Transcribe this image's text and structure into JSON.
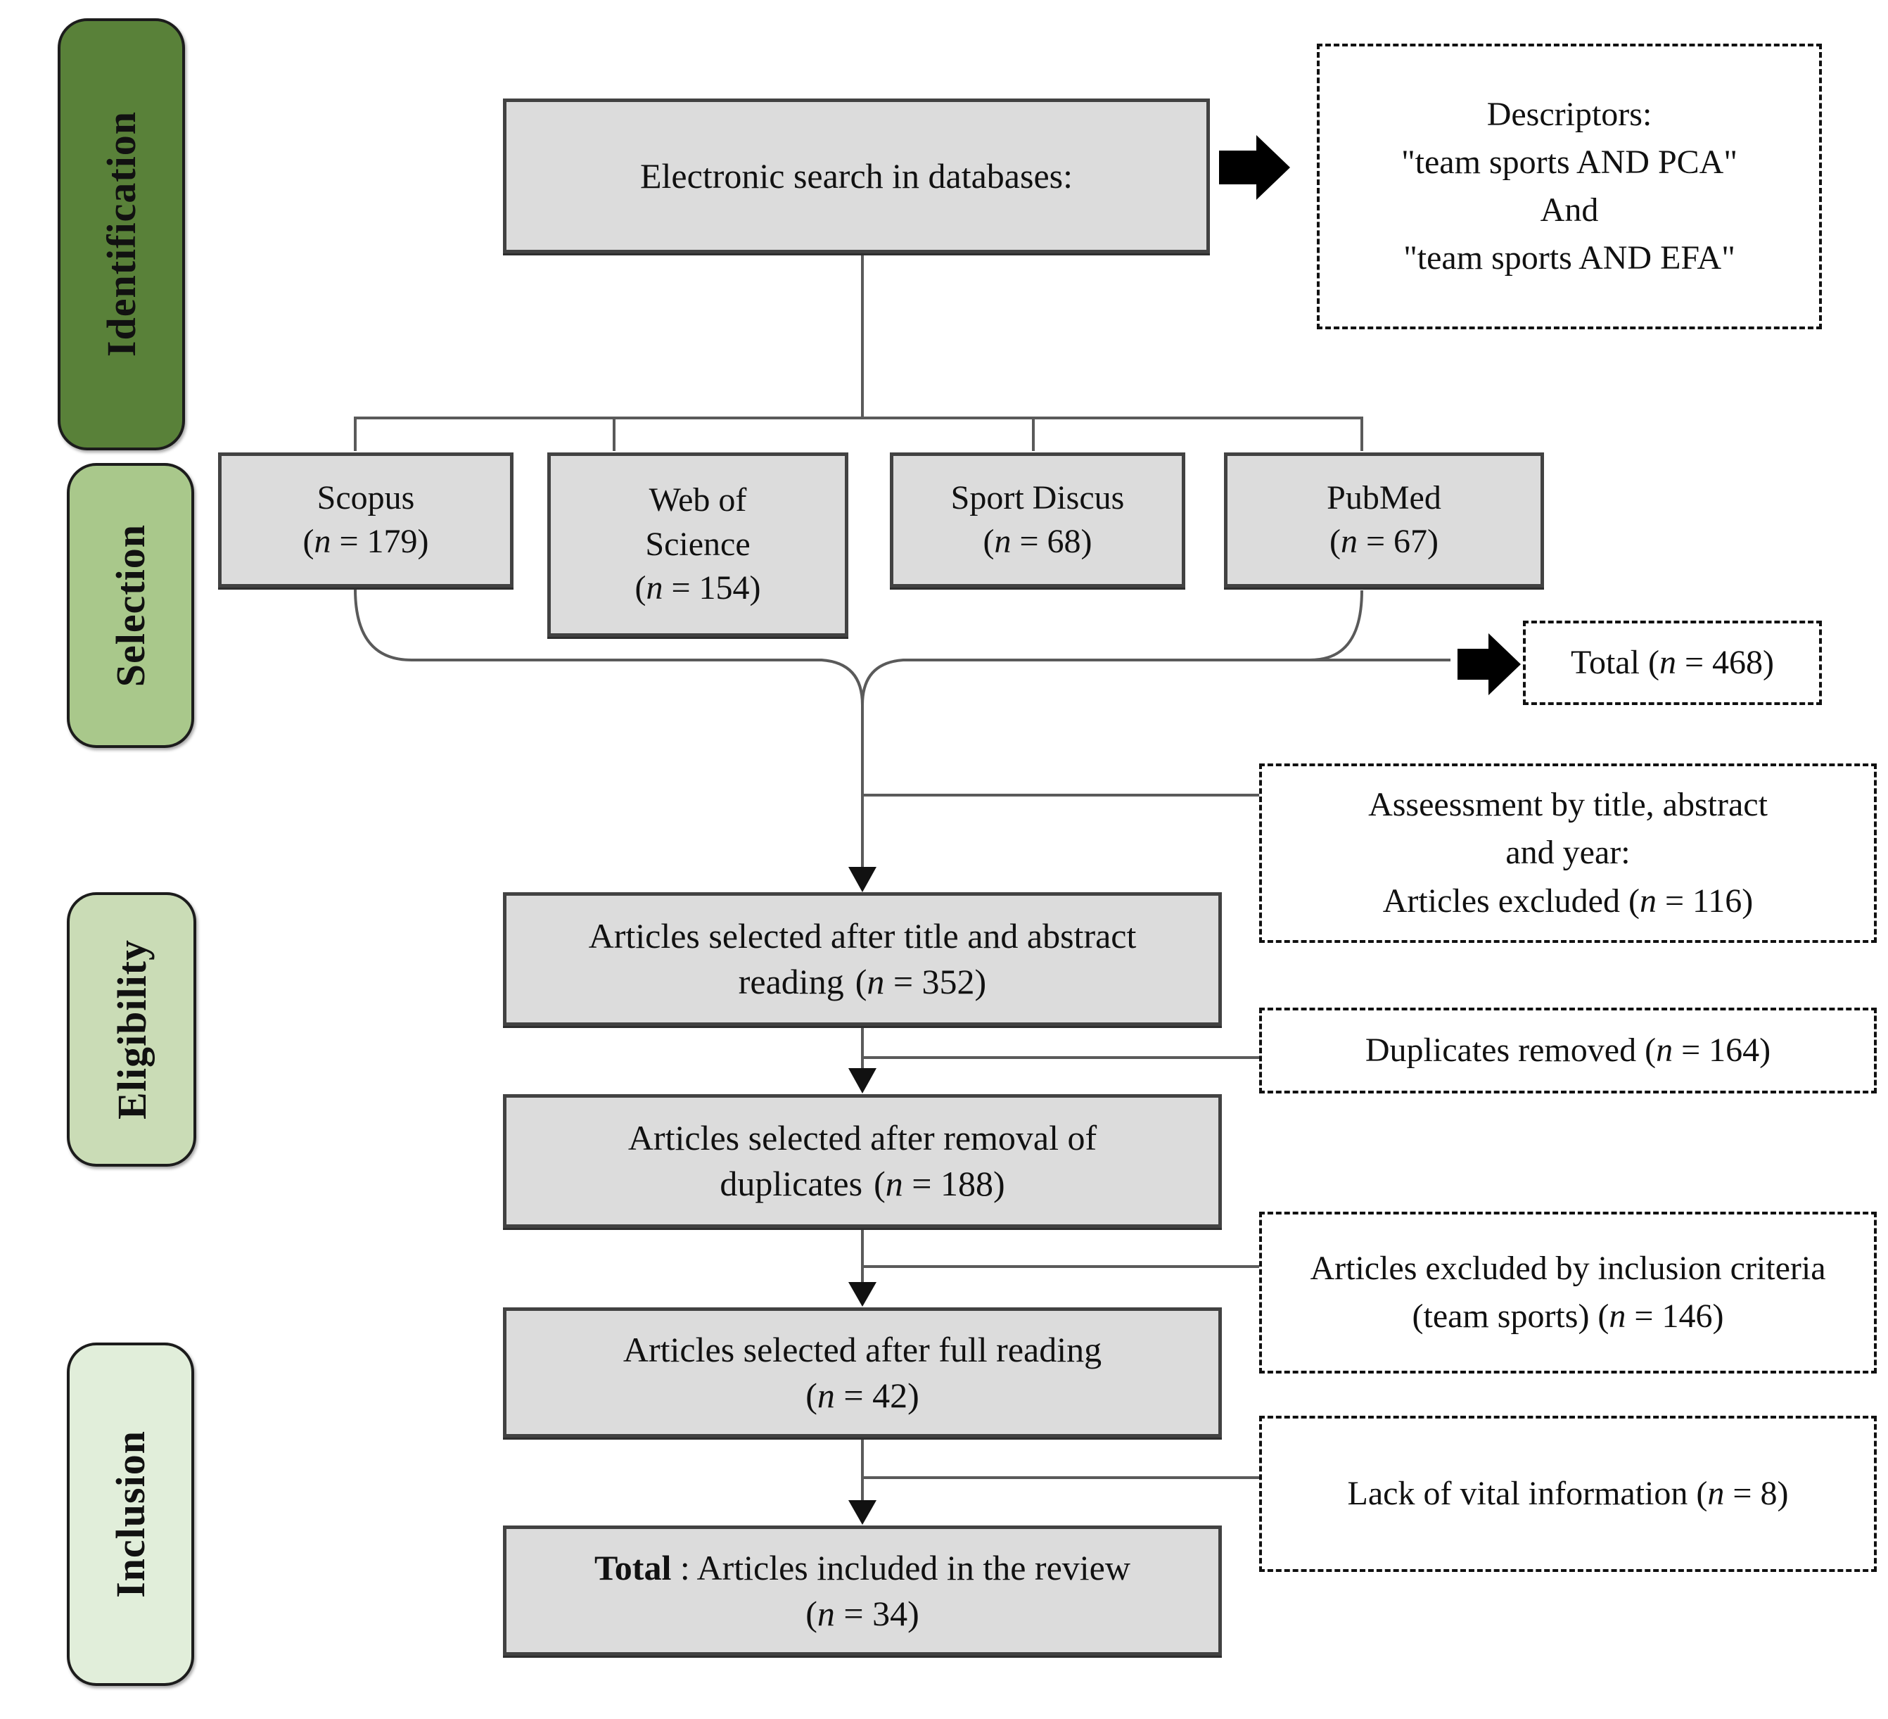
{
  "stages": [
    {
      "label": "Identification",
      "style": "background-color:#598139"
    },
    {
      "label": "Selection",
      "style": "background-color:#a9c88b"
    },
    {
      "label": "Eligibility",
      "style": "background-color:#cadcb6"
    },
    {
      "label": "Inclusion",
      "style": "background-color:#e1eeda"
    }
  ],
  "search": {
    "title": "Electronic search in databases:"
  },
  "descriptors": {
    "l1": "Descriptors:",
    "l2": "\"team sports AND PCA\"",
    "l3": "And",
    "l4": "\"team sports AND EFA\""
  },
  "databases": [
    {
      "name": "Scopus",
      "n": "(n = 179)"
    },
    {
      "name": "Web of Science",
      "n": "(n = 154)"
    },
    {
      "name": "Sport Discus",
      "n": "(n = 68)"
    },
    {
      "name": "PubMed",
      "n": "(n = 67)"
    }
  ],
  "total_found": {
    "text": "Total (n = 468)"
  },
  "assessment": {
    "l1": "Asseessment  by title, abstract",
    "l2": "and year:",
    "l3": "Articles excluded  (n = 116)"
  },
  "step_title_abstract": {
    "title": "Articles selected after title and abstract reading",
    "n": "(n = 352)"
  },
  "duplicates_removed": {
    "text": "Duplicates removed  (n = 164)"
  },
  "step_duplicates": {
    "title": "Articles selected after removal of duplicates",
    "n": "(n = 188)"
  },
  "excluded_criteria": {
    "text": "Articles excluded by inclusion criteria (team sports) (n = 146)"
  },
  "step_full_reading": {
    "title": "Articles selected after full reading",
    "n": "(n = 42)"
  },
  "lack_info": {
    "text": "Lack of vital information (n = 8)"
  },
  "included": {
    "bold": "Total",
    "rest": " : Articles included in the review",
    "n": "(n = 34)"
  },
  "colors": {
    "box_fill": "#dcdcdc",
    "box_border": "#424242",
    "stage_identification": "#598139",
    "stage_selection": "#a9c88b",
    "stage_eligibility": "#cadcb6",
    "stage_inclusion": "#e1eeda",
    "line": "#5a5a5a",
    "arrow": "#000000"
  }
}
